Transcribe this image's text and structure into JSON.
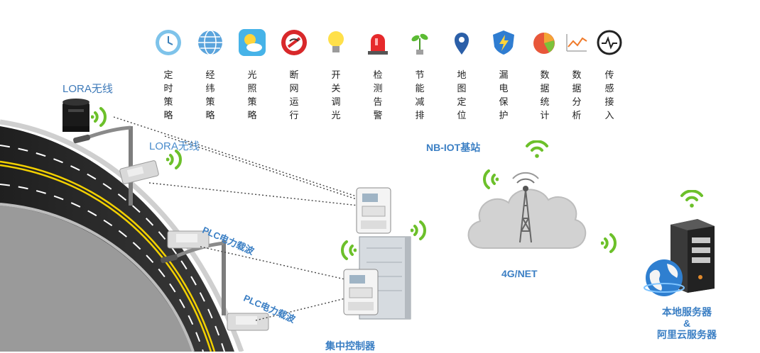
{
  "features": [
    {
      "label": "定时策略",
      "icon": "clock-icon"
    },
    {
      "label": "经纬策略",
      "icon": "globe-icon"
    },
    {
      "label": "光照策略",
      "icon": "sun-cloud-icon"
    },
    {
      "label": "断网运行",
      "icon": "no-signal-icon"
    },
    {
      "label": "开关调光",
      "icon": "light-bulb-icon"
    },
    {
      "label": "检测告警",
      "icon": "alarm-light-icon"
    },
    {
      "label": "节能减排",
      "icon": "sprout-bulb-icon"
    },
    {
      "label": "地图定位",
      "icon": "map-pin-icon"
    },
    {
      "label": "漏电保护",
      "icon": "shield-lightning-icon"
    },
    {
      "label": "数据统计",
      "icon": "pie-chart-icon"
    },
    {
      "label": "数据分析",
      "icon": "line-chart-icon"
    },
    {
      "label": "传感接入",
      "icon": "sensor-gauge-icon"
    }
  ],
  "diagram": {
    "lora_top": "LORA无线",
    "lora_mid": "LORA无线",
    "plc_top": "PLC电力载波",
    "plc_bottom": "PLC电力载波",
    "nbiot": "NB-IOT基站",
    "net": "4G/NET",
    "controller": "集中控制器",
    "server_line1": "本地服务器",
    "server_amp": "&",
    "server_line2": "阿里云服务器"
  },
  "colors": {
    "wifi_green": "#6cc02a",
    "label_blue": "#3b7fc4",
    "road_dark": "#2b2b2b",
    "lane_yellow": "#f2d000"
  }
}
